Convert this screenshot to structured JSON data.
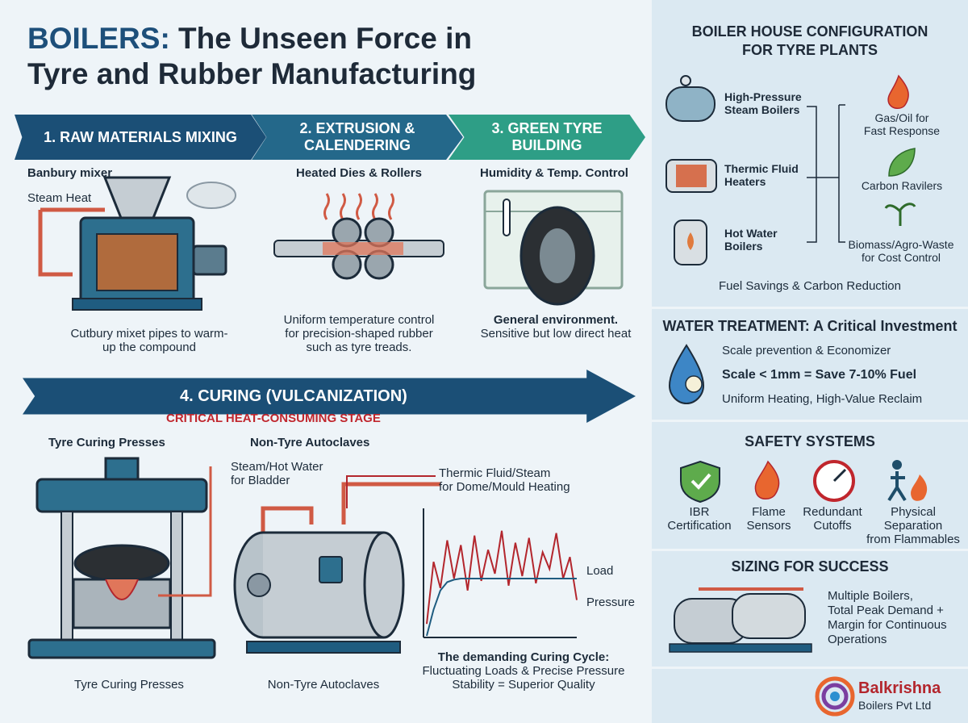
{
  "title": {
    "accent": "BOILERS:",
    "rest_line1": " The Unseen Force in",
    "line2": "Tyre and Rubber Manufacturing"
  },
  "stages": {
    "s1": {
      "banner": "1. RAW MATERIALS MIXING",
      "subtitle": "Banbury mixer",
      "callout": "Steam Heat",
      "caption_l1": "Cutbury mixet pipes to warm-",
      "caption_l2": "up the compound"
    },
    "s2": {
      "banner_l1": "2. EXTRUSION &",
      "banner_l2": "CALENDERING",
      "subtitle": "Heated Dies & Rollers",
      "caption_l1": "Uniform temperature control",
      "caption_l2": "for precision-shaped rubber",
      "caption_l3": "such as tyre treads."
    },
    "s3": {
      "banner_l1": "3. GREEN TYRE",
      "banner_l2": "BUILDING",
      "subtitle": "Humidity & Temp. Control",
      "caption_l1": "General environment.",
      "caption_l2": "Sensitive but low direct heat"
    }
  },
  "curing": {
    "banner": "4. CURING (VULCANIZATION)",
    "critical": "CRITICAL HEAT-CONSUMING STAGE",
    "press_title": "Tyre Curing Presses",
    "autoclave_title": "Non-Tyre Autoclaves",
    "press_callout_l1": "Steam/Hot Water",
    "press_callout_l2": "for Bladder",
    "autoclave_callout_l1": "Thermic Fluid/Steam",
    "autoclave_callout_l2": "for Dome/Mould Heating",
    "press_caption": "Tyre Curing Presses",
    "autoclave_caption": "Non-Tyre Autoclaves",
    "chart_caption_l1": "The demanding Curing Cycle:",
    "chart_caption_l2": "Fluctuating Loads & Precise Pressure",
    "chart_caption_l3": "Stability = Superior Quality"
  },
  "chart_data": {
    "type": "line",
    "series": [
      {
        "name": "Load",
        "values": [
          10,
          62,
          40,
          80,
          48,
          76,
          38,
          84,
          46,
          72,
          52,
          88,
          42,
          78,
          50,
          82,
          44,
          70,
          56,
          86,
          48,
          66,
          30
        ]
      },
      {
        "name": "Pressure",
        "values": [
          0,
          22,
          38,
          45,
          47,
          48,
          48,
          48,
          48,
          48,
          48,
          48,
          48,
          48,
          48,
          48,
          48,
          48,
          48,
          48,
          48,
          48,
          48
        ]
      }
    ],
    "colors": {
      "Load": "#b3262d",
      "Pressure": "#1f5c80"
    }
  },
  "boiler_house": {
    "title_l1": "BOILER HOUSE CONFIGURATION",
    "title_l2": "FOR TYRE PLANTS",
    "boilers": [
      {
        "l1": "High-Pressure",
        "l2": "Steam Boilers"
      },
      {
        "l1": "Thermic Fluid",
        "l2": "Heaters"
      },
      {
        "l1": "Hot Water",
        "l2": "Boilers"
      }
    ],
    "fuels": [
      {
        "l1": "Gas/Oil for",
        "l2": "Fast Response"
      },
      {
        "l1": "Carbon Ravilers",
        "l2": ""
      },
      {
        "l1": "Biomass/Agro-Waste",
        "l2": "for Cost Control"
      }
    ],
    "footer": "Fuel Savings & Carbon Reduction"
  },
  "water": {
    "title": "WATER TREATMENT: A Critical Investment",
    "line1": "Scale prevention & Economizer",
    "line2": "Scale < 1mm = Save 7-10% Fuel",
    "line3": "Uniform Heating, High-Value Reclaim"
  },
  "safety": {
    "title": "SAFETY SYSTEMS",
    "items": [
      {
        "l1": "IBR",
        "l2": "Certification",
        "l3": ""
      },
      {
        "l1": "Flame",
        "l2": "Sensors",
        "l3": ""
      },
      {
        "l1": "Redundant",
        "l2": "Cutoffs",
        "l3": ""
      },
      {
        "l1": "Physical",
        "l2": "Separation",
        "l3": "from Flammables"
      }
    ]
  },
  "sizing": {
    "title": "SIZING FOR SUCCESS",
    "l1": "Multiple Boilers,",
    "l2": "Total Peak Demand +",
    "l3": "Margin for Continuous",
    "l4": "Operations"
  },
  "logo": {
    "name": "Balkrishna",
    "sub": "Boilers Pvt Ltd"
  }
}
